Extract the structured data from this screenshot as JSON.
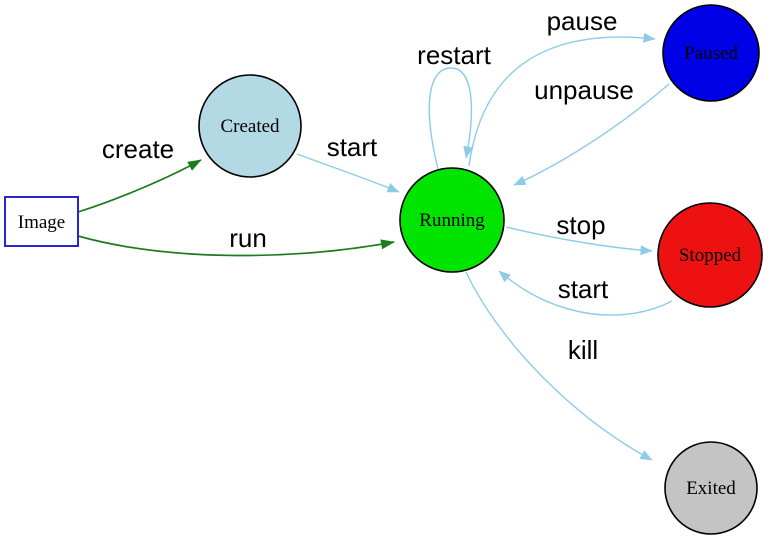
{
  "diagram": {
    "type": "state-diagram",
    "subject": "container-lifecycle",
    "background": "#ffffff",
    "colors": {
      "container_edge": "#8dcbe9",
      "image_edge": "#1e7b1e",
      "node_border": "#000000",
      "label_text": "#000000"
    },
    "nodes": {
      "image": {
        "label": "Image",
        "shape": "rectangle",
        "fill": "#ffffff",
        "border": "#2626cc"
      },
      "created": {
        "label": "Created",
        "shape": "circle",
        "fill": "#b3d9e5"
      },
      "running": {
        "label": "Running",
        "shape": "circle",
        "fill": "#00e400"
      },
      "paused": {
        "label": "Paused",
        "shape": "circle",
        "fill": "#0000e6"
      },
      "stopped": {
        "label": "Stopped",
        "shape": "circle",
        "fill": "#ee1111"
      },
      "exited": {
        "label": "Exited",
        "shape": "circle",
        "fill": "#c4c4c4"
      }
    },
    "edges": {
      "create": {
        "label": "create",
        "from": "image",
        "to": "created"
      },
      "run": {
        "label": "run",
        "from": "image",
        "to": "running"
      },
      "start_created": {
        "label": "start",
        "from": "created",
        "to": "running"
      },
      "restart": {
        "label": "restart",
        "from": "running",
        "to": "running"
      },
      "pause": {
        "label": "pause",
        "from": "running",
        "to": "paused"
      },
      "unpause": {
        "label": "unpause",
        "from": "paused",
        "to": "running"
      },
      "stop": {
        "label": "stop",
        "from": "running",
        "to": "stopped"
      },
      "start_stopped": {
        "label": "start",
        "from": "stopped",
        "to": "running"
      },
      "kill": {
        "label": "kill",
        "from": "running",
        "to": "exited"
      }
    }
  }
}
